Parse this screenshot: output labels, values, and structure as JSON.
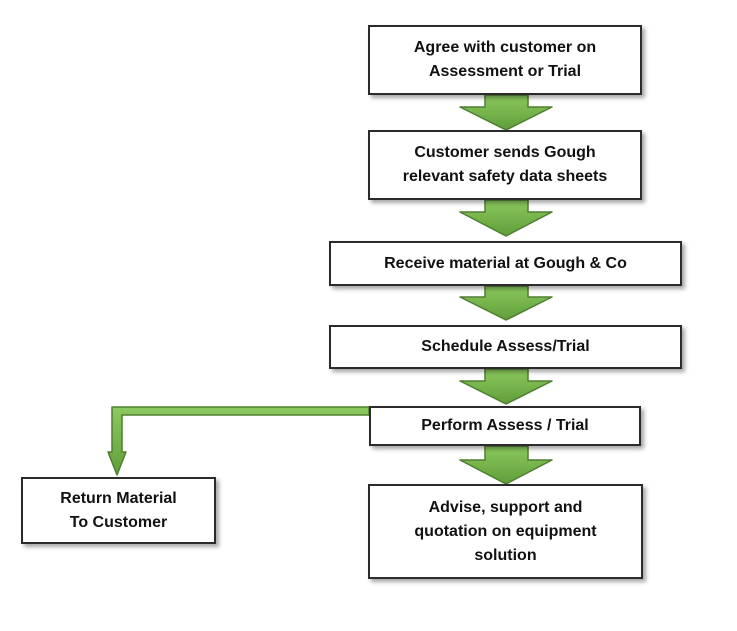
{
  "steps": {
    "agree": "Agree with customer on\nAssessment or Trial",
    "send_sheets": "Customer sends Gough\nrelevant safety data sheets",
    "receive": "Receive material at Gough & Co",
    "schedule": "Schedule Assess/Trial",
    "perform": "Perform Assess / Trial",
    "advise": "Advise, support and\nquotation on equipment\nsolution",
    "return": "Return Material\nTo Customer"
  },
  "colors": {
    "arrow_fill": "#70ad47",
    "arrow_stroke": "#507e32",
    "box_border": "#2b2b2b"
  }
}
